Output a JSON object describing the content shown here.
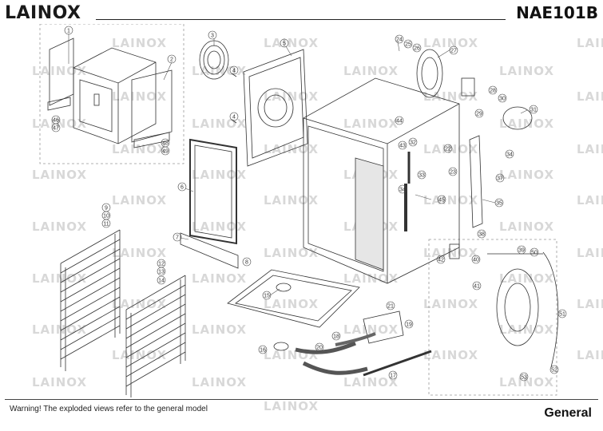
{
  "header": {
    "brand": "LAINOX",
    "model": "NAE101B"
  },
  "footer": {
    "warning": "Warning! The exploded views refer to the general model",
    "section": "General"
  },
  "watermark": "LAINOX",
  "callouts": [
    "1",
    "2",
    "3",
    "4",
    "5",
    "6",
    "7",
    "8",
    "9",
    "10",
    "11",
    "12",
    "13",
    "14",
    "15",
    "16",
    "17",
    "18",
    "19",
    "20",
    "21",
    "22",
    "23",
    "24",
    "25",
    "26",
    "27",
    "28",
    "29",
    "30",
    "31",
    "32",
    "33",
    "34",
    "35",
    "36",
    "37",
    "38",
    "39",
    "40",
    "41",
    "42",
    "43",
    "44",
    "45",
    "46",
    "47",
    "48",
    "49",
    "50",
    "51",
    "52",
    "53"
  ]
}
